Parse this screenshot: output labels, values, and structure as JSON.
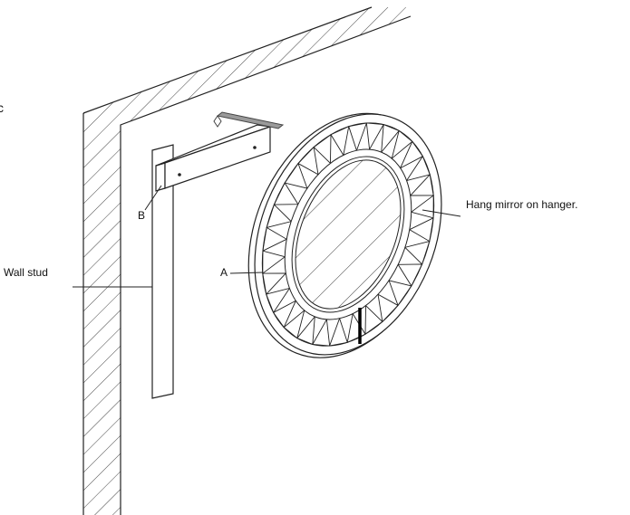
{
  "labels": {
    "wall_stud": "Wall stud",
    "label_a": "A",
    "label_b": "B",
    "instruction": "Hang mirror on hanger.",
    "edge_mark": "c"
  },
  "mirror": {
    "frame_segments": 30
  }
}
